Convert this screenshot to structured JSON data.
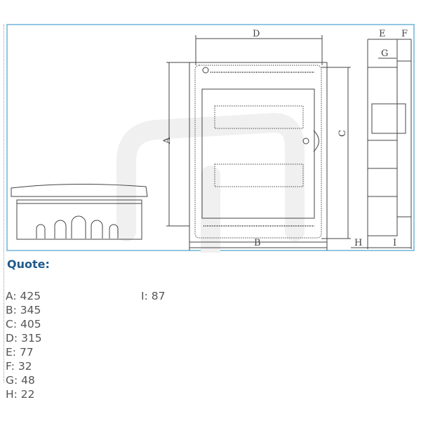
{
  "drawing": {
    "labels": {
      "A": "A",
      "B": "B",
      "C": "C",
      "D": "D",
      "E": "E",
      "F": "F",
      "G": "G",
      "H": "H",
      "I": "I"
    },
    "frame_color": "#6fb3d9"
  },
  "quote": {
    "title": "Quote:",
    "dimensions": [
      "A: 425",
      "B: 345",
      "C: 405",
      "D: 315",
      "E: 77",
      "F: 32",
      "G: 48",
      "H: 22"
    ],
    "extra": [
      "I: 87"
    ]
  }
}
